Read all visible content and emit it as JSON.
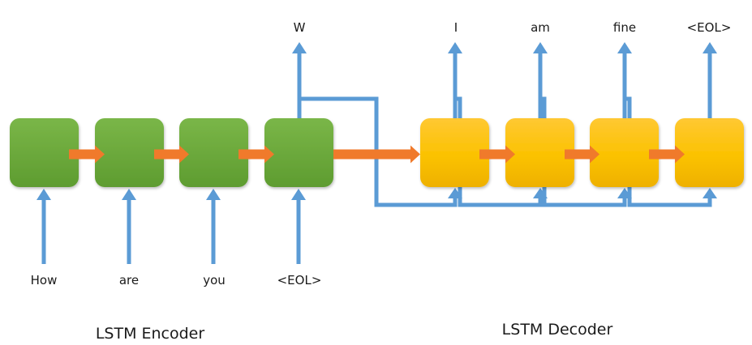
{
  "colors": {
    "encoder_top": "#7ab648",
    "encoder_bottom": "#5e9c30",
    "decoder_top": "#ffc833",
    "decoder_bottom": "#f0b400",
    "hidden_state_arrow": "#f07a2b",
    "io_arrow": "#5b9bd5"
  },
  "encoder": {
    "title": "LSTM Encoder",
    "inputs": [
      "How",
      "are",
      "you",
      "<EOL>"
    ],
    "output": "W"
  },
  "decoder": {
    "title": "LSTM Decoder",
    "outputs": [
      "I",
      "am",
      "fine",
      "<EOL>"
    ]
  }
}
